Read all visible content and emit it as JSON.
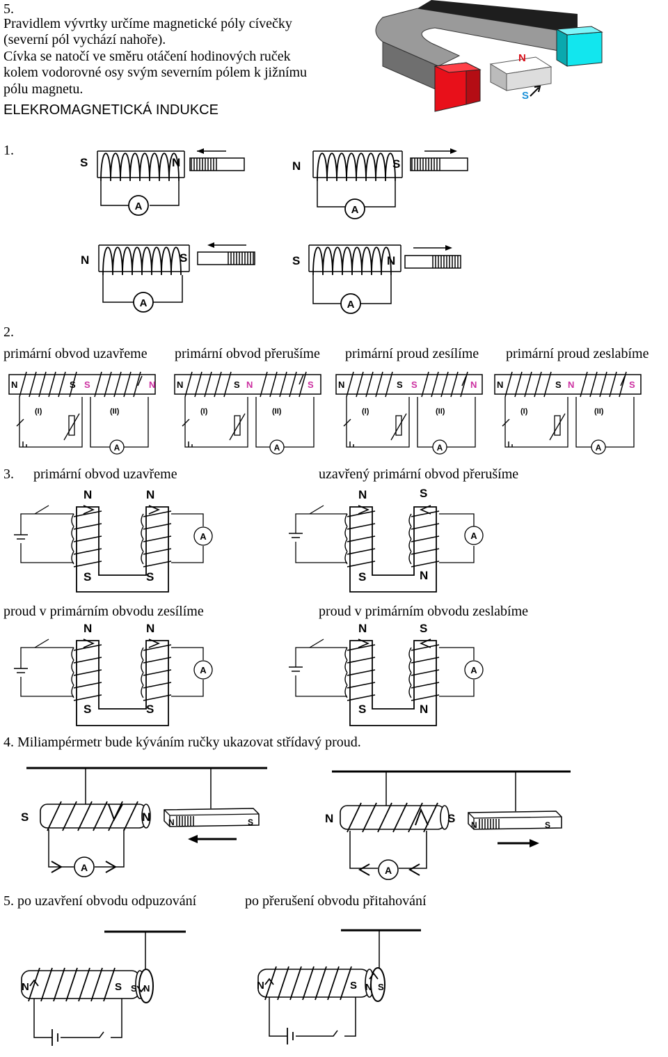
{
  "section5_top": {
    "number": "5.",
    "lines": [
      "Pravidlem vývrtky určíme magnetické póly cívečky",
      "(severní pól vychází nahoře).",
      "Cívka se natočí ve směru otáčení hodinových ruček",
      "kolem vodorovné osy svým severním pólem k jižnímu",
      "pólu magnetu."
    ],
    "heading": "ELEKROMAGNETICKÁ INDUKCE"
  },
  "magnet_figure": {
    "coil_n": "N",
    "coil_s": "S",
    "colors": {
      "north": "#e8101a",
      "south": "#12e6ee",
      "body": "#8a8a8a"
    }
  },
  "section1": {
    "number": "1.",
    "diagrams": [
      {
        "left": "S",
        "right": "N",
        "meter": "A",
        "arrow": "left"
      },
      {
        "left": "N",
        "right": "S",
        "meter": "A",
        "arrow": "right"
      },
      {
        "left": "N",
        "right": "S",
        "meter": "A",
        "arrow": "left"
      },
      {
        "left": "S",
        "right": "N",
        "meter": "A",
        "arrow": "right"
      }
    ]
  },
  "section2": {
    "number": "2.",
    "captions": [
      "primární obvod uzavřeme",
      "primární obvod přerušíme",
      "primární proud zesílíme",
      "primární proud zeslabíme"
    ],
    "diagrams": [
      {
        "p1": "N",
        "p2": "S",
        "p3": "S",
        "p4": "N",
        "c1": "(I)",
        "c2": "(II)",
        "meter": "A"
      },
      {
        "p1": "N",
        "p2": "S",
        "p3": "N",
        "p4": "S",
        "c1": "(I)",
        "c2": "(II)",
        "meter": "A"
      },
      {
        "p1": "N",
        "p2": "S",
        "p3": "S",
        "p4": "N",
        "c1": "(I)",
        "c2": "(II)",
        "meter": "A"
      },
      {
        "p1": "N",
        "p2": "S",
        "p3": "N",
        "p4": "S",
        "c1": "(I)",
        "c2": "(II)",
        "meter": "A"
      }
    ]
  },
  "section3": {
    "number": "3.",
    "captions": [
      "primární obvod uzavřeme",
      "uzavřený primární obvod přerušíme",
      "proud v primárním obvodu zesílíme",
      "proud v primárním obvodu zeslabíme"
    ],
    "diagrams": [
      {
        "top_left": "N",
        "top_right": "N",
        "bottom_left": "S",
        "bottom_right": "S",
        "meter": "A"
      },
      {
        "top_left": "N",
        "top_right": "S",
        "bottom_left": "S",
        "bottom_right": "N",
        "meter": "A"
      },
      {
        "top_left": "N",
        "top_right": "N",
        "bottom_left": "S",
        "bottom_right": "S",
        "meter": "A"
      },
      {
        "top_left": "N",
        "top_right": "S",
        "bottom_left": "S",
        "bottom_right": "N",
        "meter": "A"
      }
    ]
  },
  "section4": {
    "text": "4. Miliampérmetr bude kýváním ručky ukazovat střídavý proud.",
    "diagrams": [
      {
        "left": "S",
        "right": "N",
        "mag_n": "N",
        "mag_s": "S",
        "meter": "A",
        "arrow": "left"
      },
      {
        "left": "N",
        "right": "S",
        "mag_n": "N",
        "mag_s": "S",
        "meter": "A",
        "arrow": "right"
      }
    ]
  },
  "section5_bottom": {
    "caption_left": "5.  po uzavření obvodu  odpuzování",
    "caption_right": "po přerušení obvodu přitahování",
    "diagrams": [
      {
        "coil_left": "N",
        "coil_right": "S",
        "ring_left": "S",
        "ring_right": "N"
      },
      {
        "coil_left": "N",
        "coil_right": "S",
        "ring_left": "N",
        "ring_right": "S"
      }
    ]
  }
}
